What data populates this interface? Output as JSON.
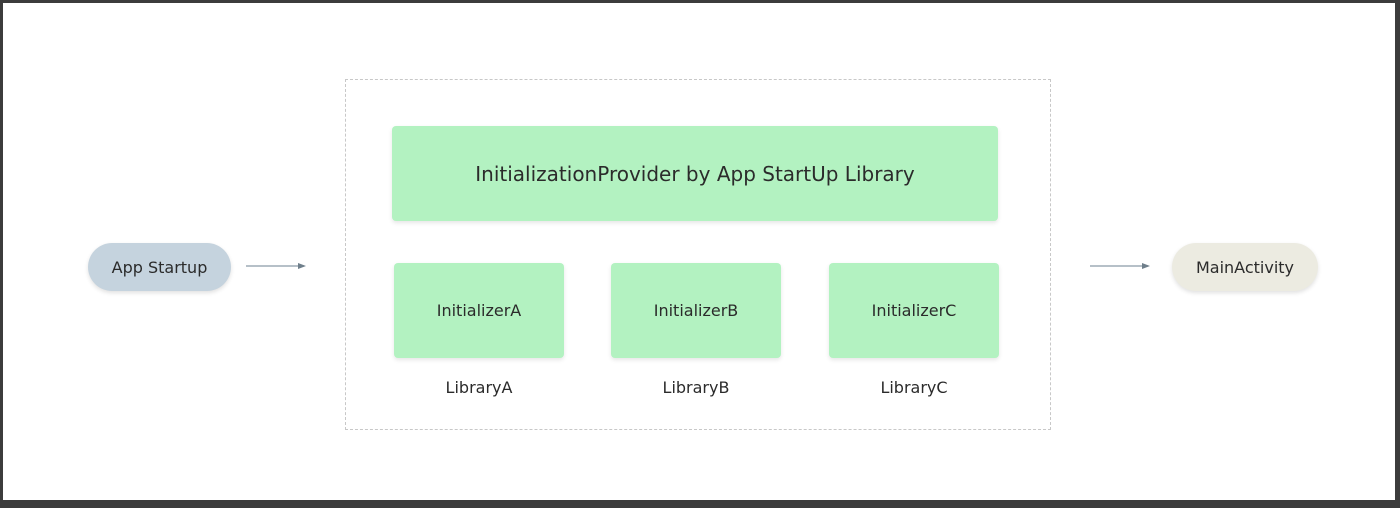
{
  "diagram": {
    "start_node": "App Startup",
    "end_node": "MainActivity",
    "provider": "InitializationProvider by App StartUp Library",
    "initializers": [
      {
        "name": "InitializerA",
        "library": "LibraryA"
      },
      {
        "name": "InitializerB",
        "library": "LibraryB"
      },
      {
        "name": "InitializerC",
        "library": "LibraryC"
      }
    ],
    "colors": {
      "start_node": "#c5d3de",
      "end_node": "#ecebe1",
      "green_box": "#b3f2c1",
      "dashed_border": "#c8c8c8",
      "arrow": "#8a9aa6"
    }
  }
}
